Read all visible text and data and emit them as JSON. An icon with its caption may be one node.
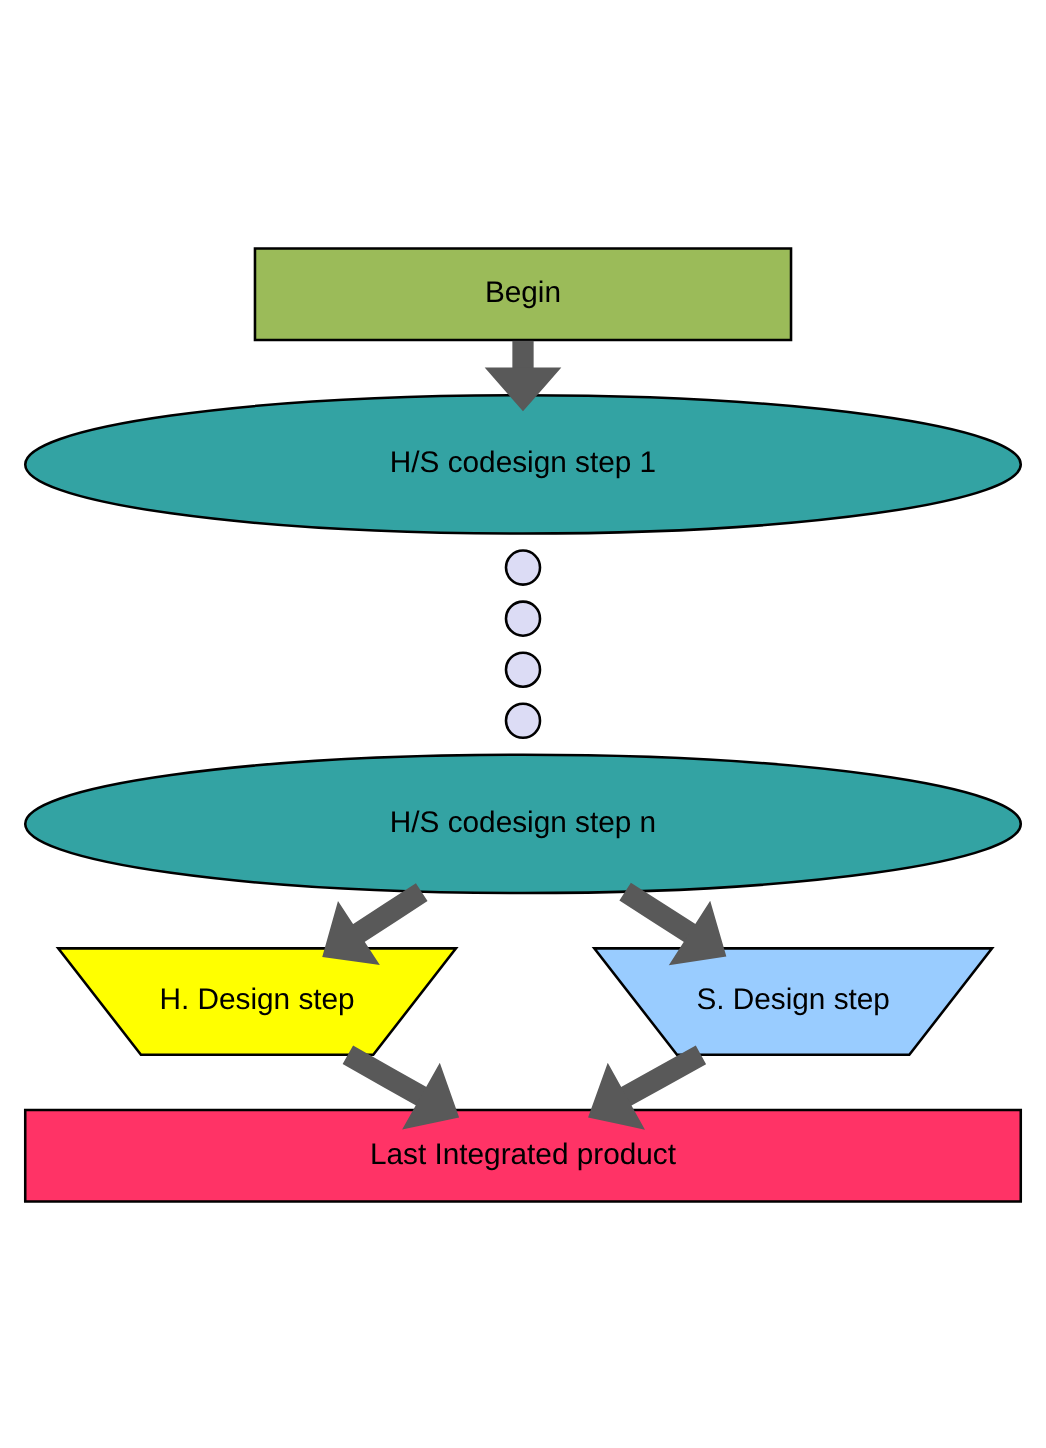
{
  "diagram": {
    "nodes": [
      {
        "text": [
          "Begin"
        ]
      },
      {
        "text": [
          "H/S codesign step 1"
        ]
      },
      {
        "text": [],
        "shape": "circle"
      },
      {
        "text": [],
        "shape": "circle"
      },
      {
        "text": [],
        "shape": "circle"
      },
      {
        "text": [],
        "shape": "circle"
      },
      {
        "text": [
          "H/S codesign step n"
        ]
      },
      {
        "text": [
          "H. Design step"
        ]
      },
      {
        "text": [
          "S. Design step"
        ]
      },
      {
        "text": [
          "Last Integrated product"
        ]
      }
    ],
    "edges": [
      {
        "from": 0,
        "to": 1,
        "arrow": "to"
      },
      {
        "from": 6,
        "to": 7,
        "arrow": "to"
      },
      {
        "from": 6,
        "to": 8,
        "arrow": "to"
      },
      {
        "from": 7,
        "to": 9,
        "arrow": "to"
      },
      {
        "from": 8,
        "to": 9,
        "arrow": "to"
      }
    ]
  }
}
